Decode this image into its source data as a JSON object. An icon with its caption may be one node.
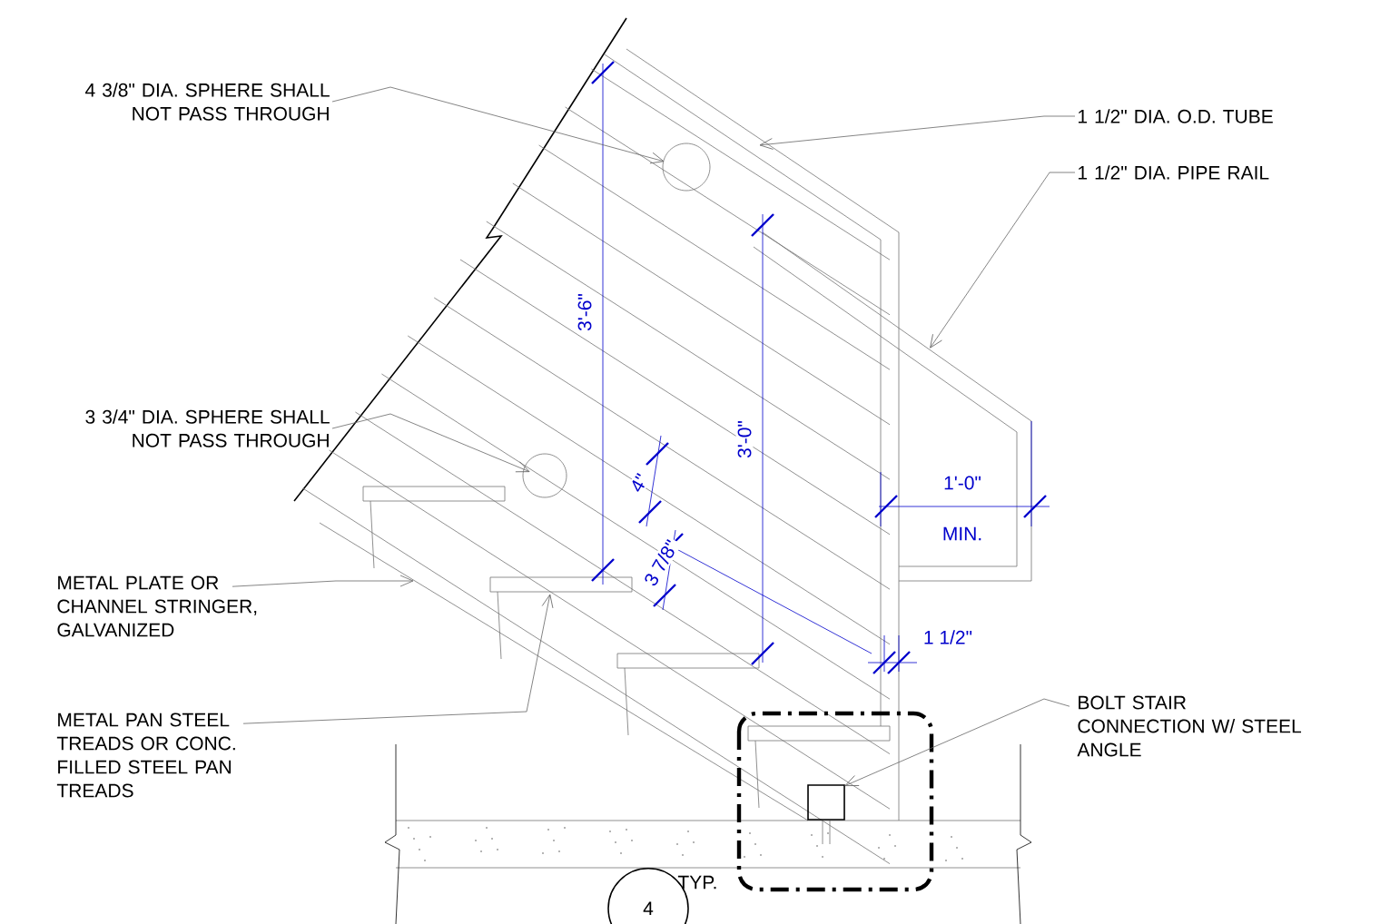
{
  "diagram": {
    "nodes": [
      {
        "text": [
          "4 3/8\" DIA. SPHERE SHALL NOT PASS THROUGH"
        ]
      },
      {
        "text": [],
        "shape": "circle"
      },
      {
        "text": [
          "1 1/2\" DIA. O.D. TUBE"
        ]
      },
      {
        "text": [
          "1 1/2\" DIA. PIPE RAIL"
        ]
      },
      {
        "text": [
          "3 3/4\" DIA. SPHERE SHALL NOT PASS THROUGH"
        ]
      },
      {
        "text": [],
        "shape": "circle"
      },
      {
        "text": [
          "METAL PLATE OR CHANNEL STRINGER, GALVANIZED"
        ]
      },
      {
        "text": [
          "METAL PAN STEEL TREADS OR CONC. FILLED STEEL PAN TREADS"
        ]
      },
      {
        "text": [
          "BOLT STAIR CONNECTION W/ STEEL ANGLE"
        ]
      },
      {
        "text": [],
        "shape": "box"
      },
      {
        "text": [
          "4"
        ],
        "beside": [
          "TYP."
        ]
      }
    ],
    "edges": [
      {
        "from": 0,
        "to": 1,
        "arrow": "to"
      },
      {
        "from": 2,
        "to": null,
        "arrow": "to"
      },
      {
        "from": 3,
        "to": null,
        "arrow": "to"
      },
      {
        "from": 4,
        "to": 5,
        "arrow": "to"
      },
      {
        "from": 6,
        "to": null,
        "arrow": "to"
      },
      {
        "from": 7,
        "to": null,
        "arrow": "to"
      },
      {
        "from": 8,
        "to": 9,
        "arrow": "to"
      }
    ],
    "labels": [
      "3'-6\"",
      "3'-0\"",
      "4\"",
      "3 7/8\"",
      "1'-0\"",
      "MIN.",
      "1 1/2\""
    ]
  }
}
